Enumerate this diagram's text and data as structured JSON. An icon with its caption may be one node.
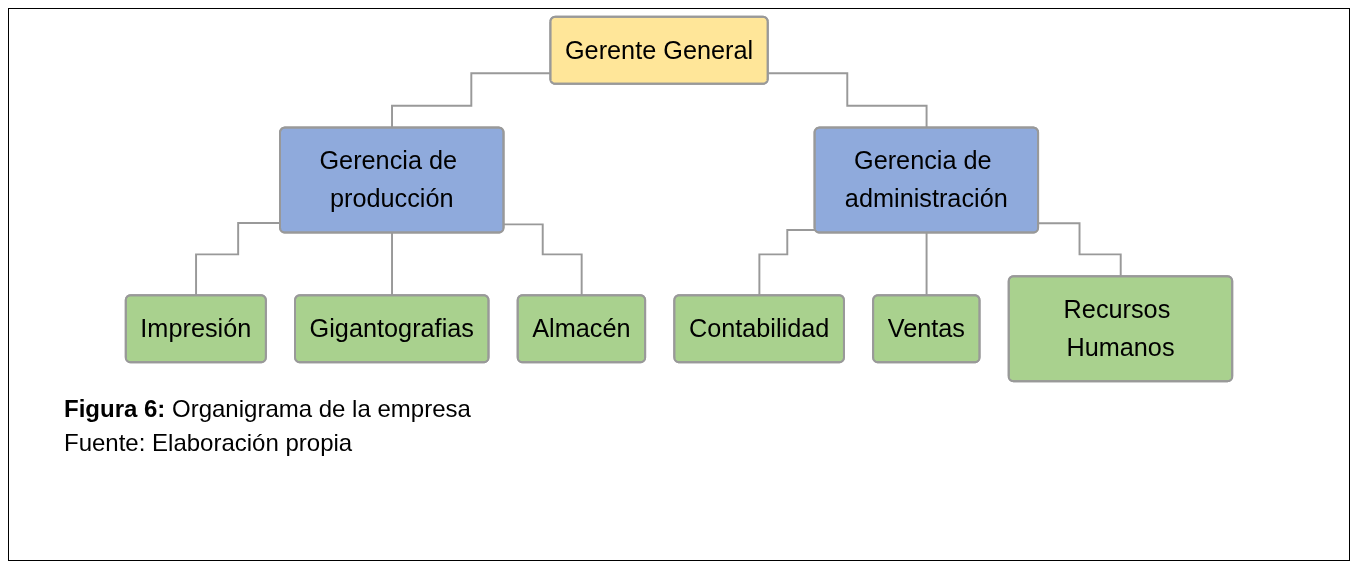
{
  "diagram": {
    "caption": "**Figura 6:** Organigrama de la empresa",
    "nodes": [
      {
        "text": [
          "Gerente General"
        ]
      },
      {
        "text": [
          "Gerencia de producción"
        ]
      },
      {
        "text": [
          "Gerencia de administración"
        ]
      },
      {
        "text": [
          "Impresión"
        ]
      },
      {
        "text": [
          "Gigantografias"
        ]
      },
      {
        "text": [
          "Almacén"
        ]
      },
      {
        "text": [
          "Contabilidad"
        ]
      },
      {
        "text": [
          "Ventas"
        ]
      },
      {
        "text": [
          "Recursos Humanos"
        ]
      }
    ],
    "edges": [
      {
        "from": 0,
        "to": 1,
        "arrow": "none"
      },
      {
        "from": 0,
        "to": 2,
        "arrow": "none"
      },
      {
        "from": 1,
        "to": 3,
        "arrow": "none"
      },
      {
        "from": 1,
        "to": 4,
        "arrow": "none"
      },
      {
        "from": 1,
        "to": 5,
        "arrow": "none"
      },
      {
        "from": 2,
        "to": 6,
        "arrow": "none"
      },
      {
        "from": 2,
        "to": 7,
        "arrow": "none"
      },
      {
        "from": 2,
        "to": 8,
        "arrow": "none"
      }
    ],
    "labels": [
      "Fuente: Elaboración propia"
    ]
  }
}
